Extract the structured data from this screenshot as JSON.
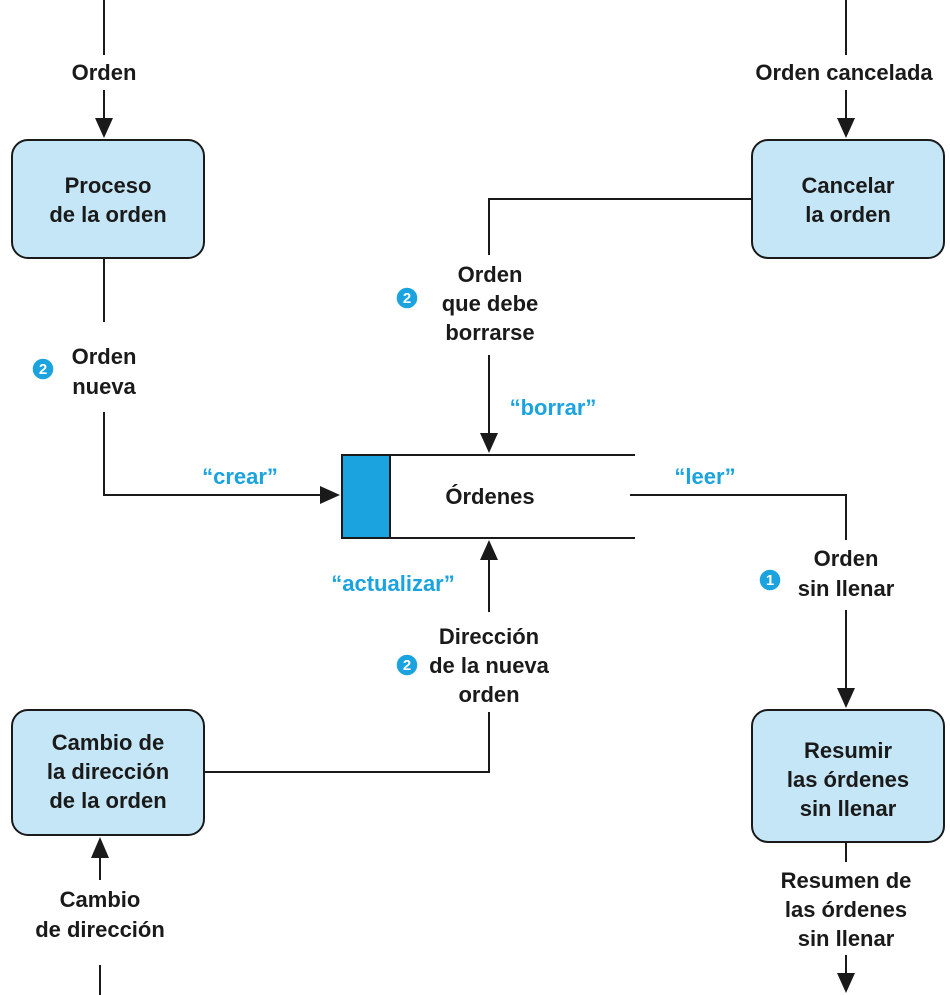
{
  "processes": {
    "order_process": {
      "line1": "Proceso",
      "line2": "de la orden"
    },
    "cancel_order": {
      "line1": "Cancelar",
      "line2": "la orden"
    },
    "address_change": {
      "line1": "Cambio de",
      "line2": "la dirección",
      "line3": "de la orden"
    },
    "summarize": {
      "line1": "Resumir",
      "line2": "las órdenes",
      "line3": "sin llenar"
    }
  },
  "datastore": {
    "label": "Órdenes"
  },
  "flows": {
    "orden_in": "Orden",
    "orden_cancelada": "Orden cancelada",
    "orden_nueva": {
      "line1": "Orden",
      "line2": "nueva",
      "badge": "2"
    },
    "orden_borrar": {
      "line1": "Orden",
      "line2": "que debe",
      "line3": "borrarse",
      "badge": "2"
    },
    "direccion_nueva": {
      "line1": "Dirección",
      "line2": "de la nueva",
      "line3": "orden",
      "badge": "2"
    },
    "orden_sin_llenar": {
      "line1": "Orden",
      "line2": "sin llenar",
      "badge": "1"
    },
    "cambio_direccion": {
      "line1": "Cambio",
      "line2": "de dirección"
    },
    "resumen": {
      "line1": "Resumen de",
      "line2": "las órdenes",
      "line3": "sin llenar"
    }
  },
  "operations": {
    "crear": "“crear”",
    "borrar": "“borrar”",
    "leer": "“leer”",
    "actualizar": "“actualizar”"
  },
  "colors": {
    "process_fill": "#c5e6f6",
    "accent": "#1ba3e0",
    "line": "#1a1a1a"
  }
}
